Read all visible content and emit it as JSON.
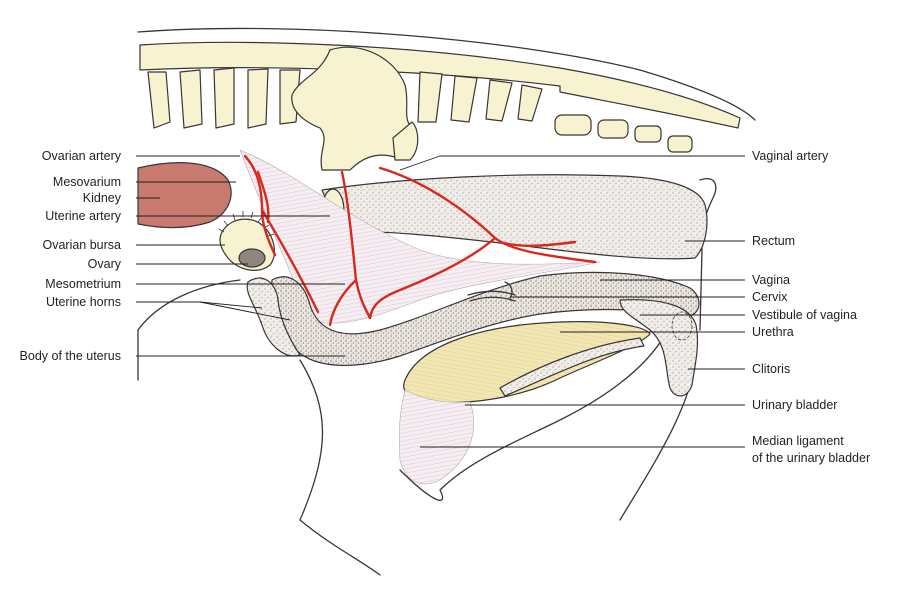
{
  "labels": {
    "left": [
      {
        "id": "ovarian-artery",
        "text": "Ovarian artery"
      },
      {
        "id": "mesovarium",
        "text": "Mesovarium"
      },
      {
        "id": "kidney",
        "text": "Kidney"
      },
      {
        "id": "uterine-artery",
        "text": "Uterine artery"
      },
      {
        "id": "ovarian-bursa",
        "text": "Ovarian bursa"
      },
      {
        "id": "ovary",
        "text": "Ovary"
      },
      {
        "id": "mesometrium",
        "text": "Mesometrium"
      },
      {
        "id": "uterine-horns",
        "text": "Uterine horns"
      },
      {
        "id": "body-of-uterus",
        "text": "Body of the uterus"
      }
    ],
    "right": [
      {
        "id": "vaginal-artery",
        "text": "Vaginal artery"
      },
      {
        "id": "rectum",
        "text": "Rectum"
      },
      {
        "id": "vagina",
        "text": "Vagina"
      },
      {
        "id": "cervix",
        "text": "Cervix"
      },
      {
        "id": "vestibule",
        "text": "Vestibule of vagina"
      },
      {
        "id": "urethra",
        "text": "Urethra"
      },
      {
        "id": "clitoris",
        "text": "Clitoris"
      },
      {
        "id": "urinary-bladder",
        "text": "Urinary bladder"
      },
      {
        "id": "median-ligament",
        "text": "Median ligament"
      },
      {
        "id": "median-ligament-2",
        "text": "of the urinary bladder"
      }
    ]
  },
  "colors": {
    "bone": "#f7f2cf",
    "kidney": "#c97a6f",
    "vessel": "#d8291f",
    "bladder": "#f2e6b3",
    "tissue": "#f0ecea",
    "mesentery": "#f3e9ef"
  }
}
